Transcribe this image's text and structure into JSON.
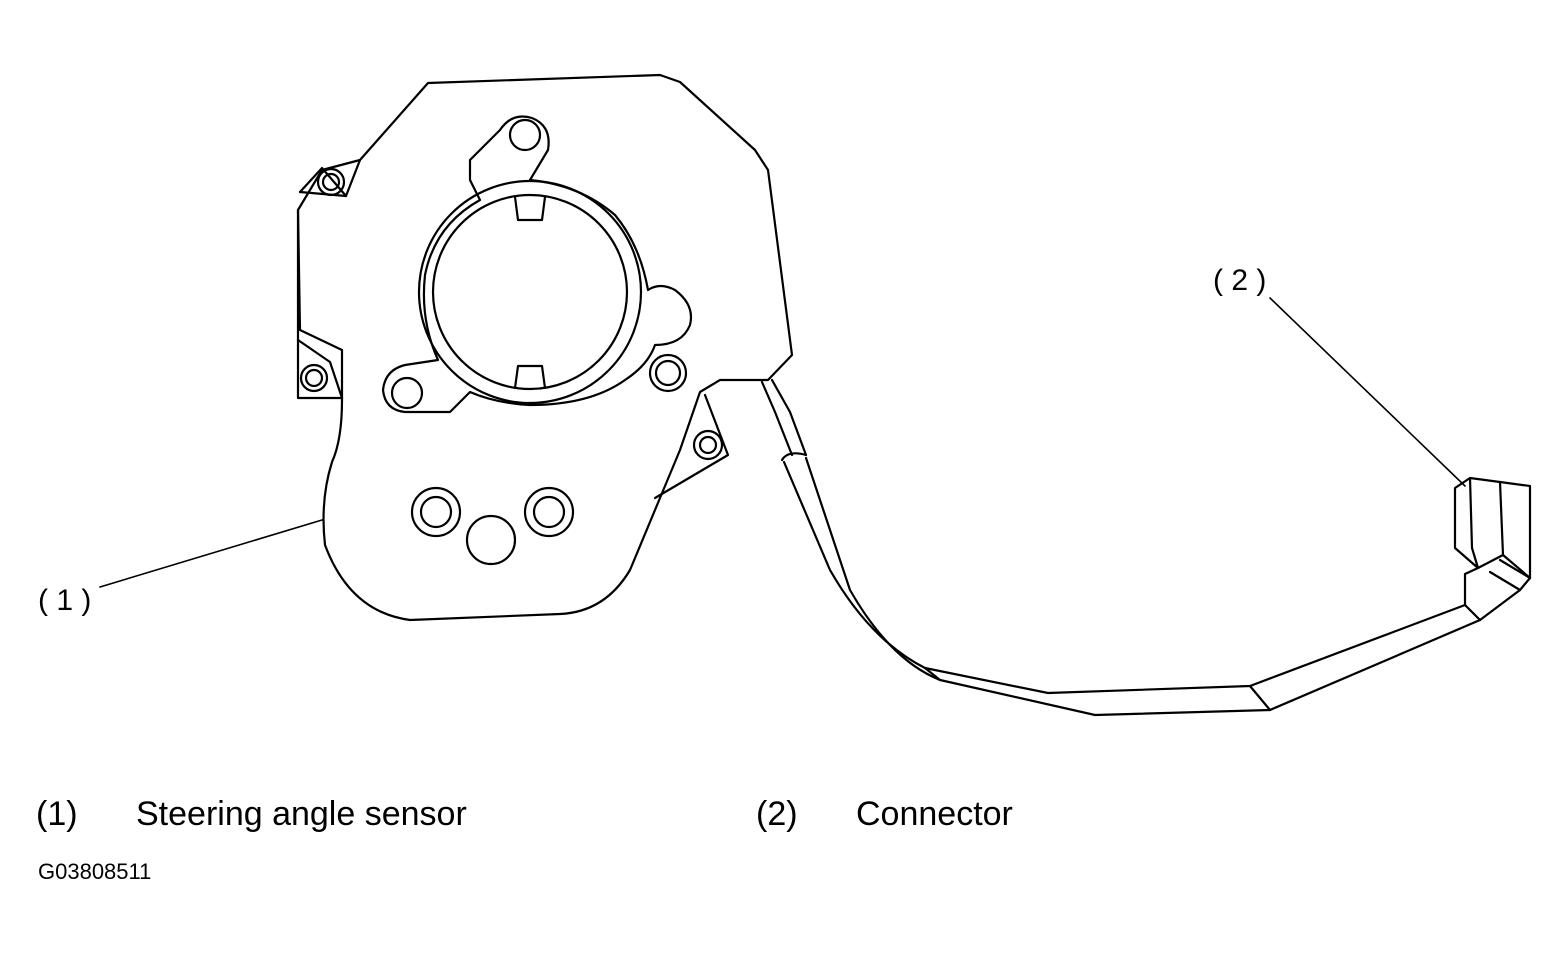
{
  "callouts": [
    {
      "number": "( 1 )"
    },
    {
      "number": "( 2 )"
    }
  ],
  "legend": [
    {
      "number": "(1)",
      "label": "Steering angle sensor"
    },
    {
      "number": "(2)",
      "label": "Connector"
    }
  ],
  "figure_id": "G03808511",
  "colors": {
    "line": "#000000",
    "background": "#ffffff"
  }
}
